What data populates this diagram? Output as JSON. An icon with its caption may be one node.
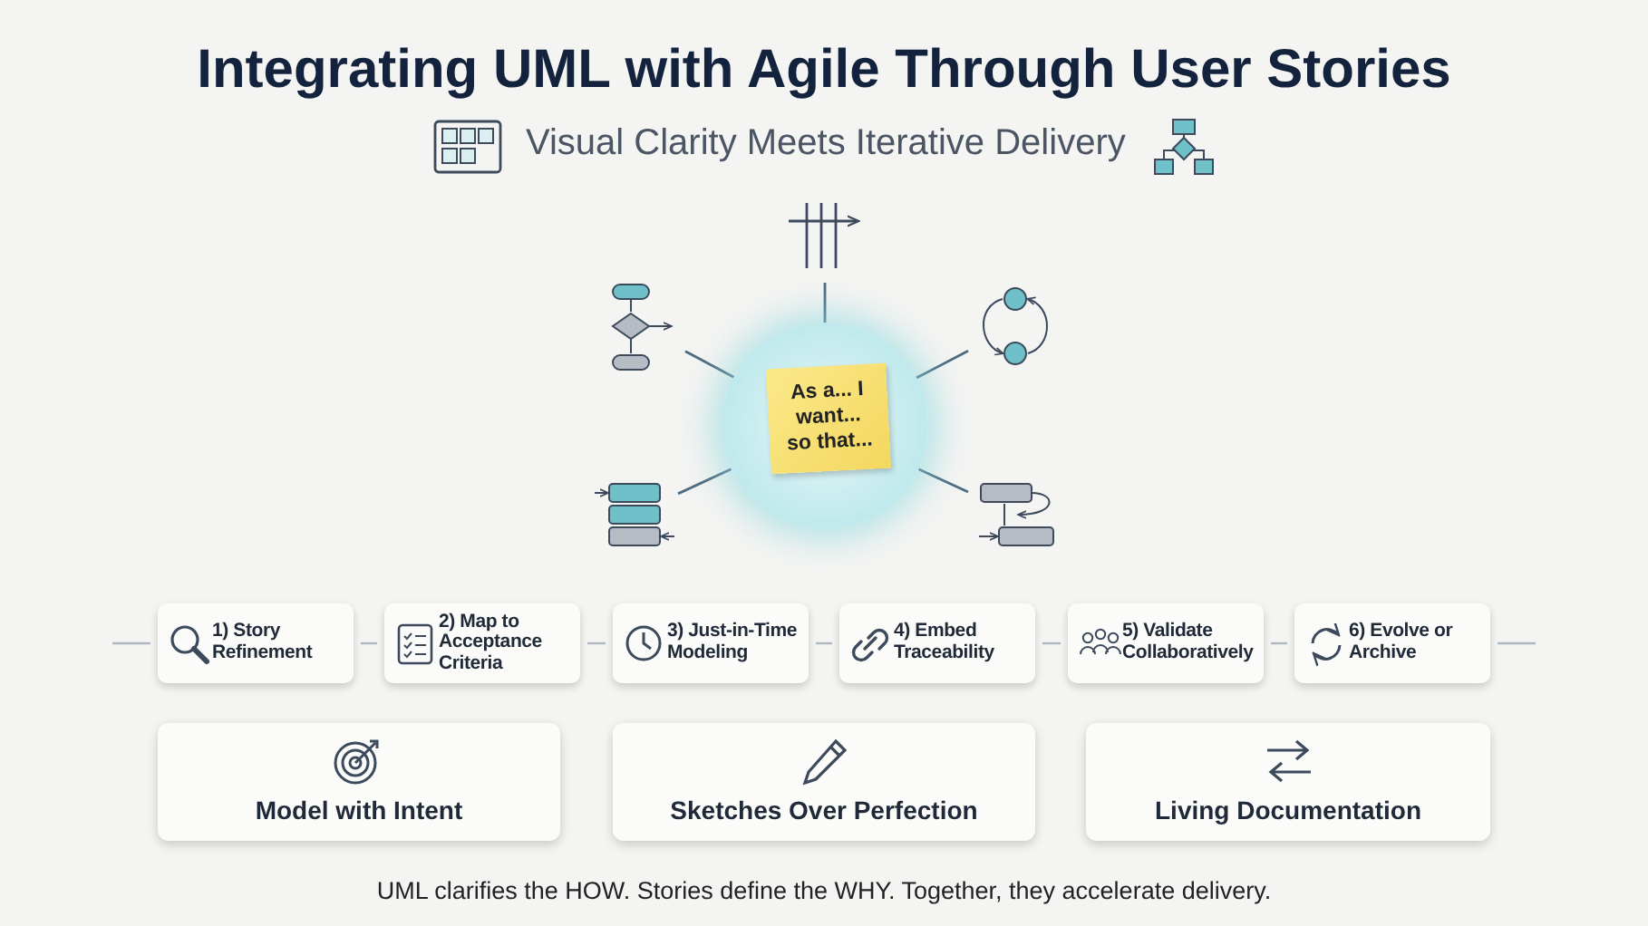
{
  "diagram": {
    "title": "Integrating UML with Agile Through User Stories",
    "caption": "UML clarifies the HOW. Stories define the WHY. Together, they accelerate delivery.",
    "nodes": [
      {
        "text": [
          "As a... I want... so that..."
        ]
      },
      {
        "text": [],
        "shape": "picture"
      },
      {
        "text": [],
        "shape": "picture"
      },
      {
        "text": [],
        "shape": "picture"
      },
      {
        "text": [],
        "shape": "picture"
      },
      {
        "text": [],
        "shape": "picture"
      },
      {
        "text": [
          "1) Story Refinement"
        ]
      },
      {
        "text": [
          "2) Map to Acceptance Criteria"
        ]
      },
      {
        "text": [
          "3) Just-in-Time Modeling"
        ]
      },
      {
        "text": [
          "4) Embed Traceability"
        ]
      },
      {
        "text": [
          "5) Validate Collaboratively"
        ]
      },
      {
        "text": [
          "6) Evolve or Archive"
        ]
      },
      {
        "text": [
          "Model with Intent"
        ]
      },
      {
        "text": [
          "Sketches Over Perfection"
        ]
      },
      {
        "text": [
          "Living Documentation"
        ]
      }
    ],
    "edges": [
      {
        "from": 0,
        "to": 1,
        "arrow": "none",
        "color": "#4d6a80"
      },
      {
        "from": 0,
        "to": 2,
        "arrow": "none",
        "color": "#4d6a80"
      },
      {
        "from": 0,
        "to": 3,
        "arrow": "none",
        "color": "#4d6a80"
      },
      {
        "from": 0,
        "to": 4,
        "arrow": "none",
        "color": "#4d6a80"
      },
      {
        "from": 0,
        "to": 5,
        "arrow": "none",
        "color": "#4d6a80"
      },
      {
        "from": null,
        "to": 6,
        "arrow": "none"
      },
      {
        "from": 6,
        "to": 7,
        "arrow": "none"
      },
      {
        "from": 7,
        "to": 8,
        "arrow": "none"
      },
      {
        "from": 8,
        "to": 9,
        "arrow": "none"
      },
      {
        "from": 9,
        "to": 10,
        "arrow": "none"
      },
      {
        "from": 10,
        "to": 11,
        "arrow": "none"
      },
      {
        "from": 11,
        "to": null,
        "arrow": "none"
      }
    ],
    "labels": [
      "Visual Clarity Meets Iterative Delivery"
    ]
  }
}
